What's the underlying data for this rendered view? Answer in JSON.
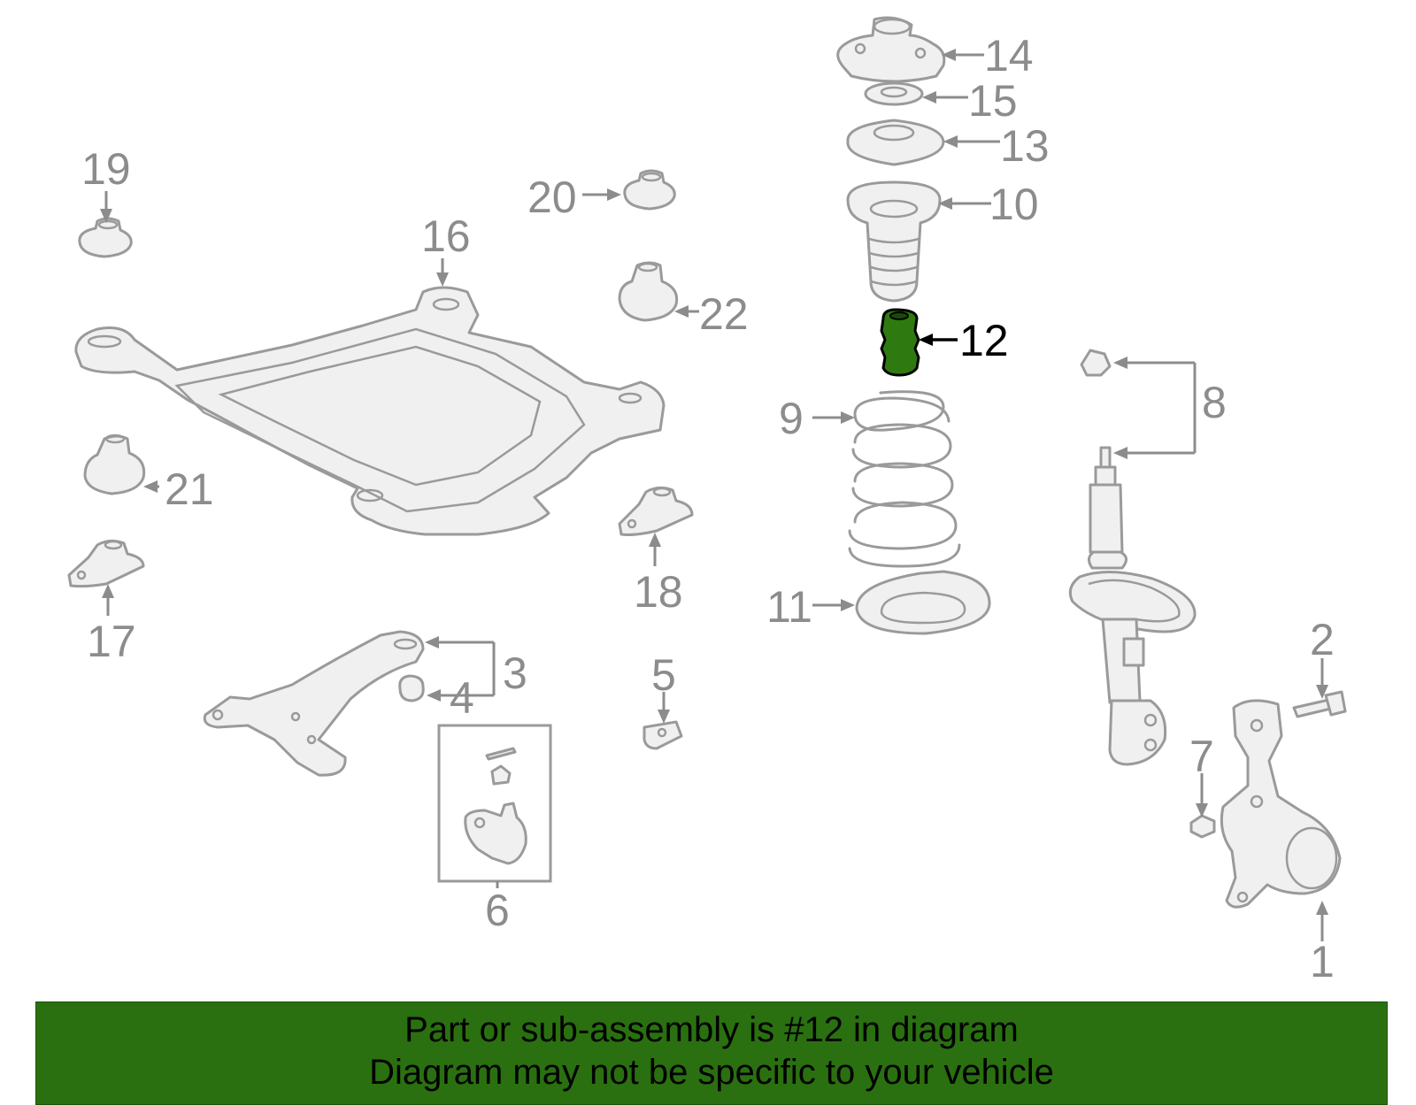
{
  "highlighted_part": "12",
  "callouts": [
    {
      "id": "c1",
      "label": "1"
    },
    {
      "id": "c2",
      "label": "2"
    },
    {
      "id": "c3",
      "label": "3"
    },
    {
      "id": "c4",
      "label": "4"
    },
    {
      "id": "c5",
      "label": "5"
    },
    {
      "id": "c6",
      "label": "6"
    },
    {
      "id": "c7",
      "label": "7"
    },
    {
      "id": "c8",
      "label": "8"
    },
    {
      "id": "c9",
      "label": "9"
    },
    {
      "id": "c10",
      "label": "10"
    },
    {
      "id": "c11",
      "label": "11"
    },
    {
      "id": "c12",
      "label": "12"
    },
    {
      "id": "c13",
      "label": "13"
    },
    {
      "id": "c14",
      "label": "14"
    },
    {
      "id": "c15",
      "label": "15"
    },
    {
      "id": "c16",
      "label": "16"
    },
    {
      "id": "c17",
      "label": "17"
    },
    {
      "id": "c18",
      "label": "18"
    },
    {
      "id": "c19",
      "label": "19"
    },
    {
      "id": "c20",
      "label": "20"
    },
    {
      "id": "c21",
      "label": "21"
    },
    {
      "id": "c22",
      "label": "22"
    }
  ],
  "colors": {
    "highlight_fill": "#2f7a10",
    "banner_background": "#2a7010",
    "part_outline": "#9a9a9a",
    "callout_text": "#8c8c8c",
    "highlight_text": "#000000"
  },
  "banner": {
    "line1": "Part or sub-assembly is #12 in diagram",
    "line2": "Diagram may not be specific to your vehicle"
  }
}
